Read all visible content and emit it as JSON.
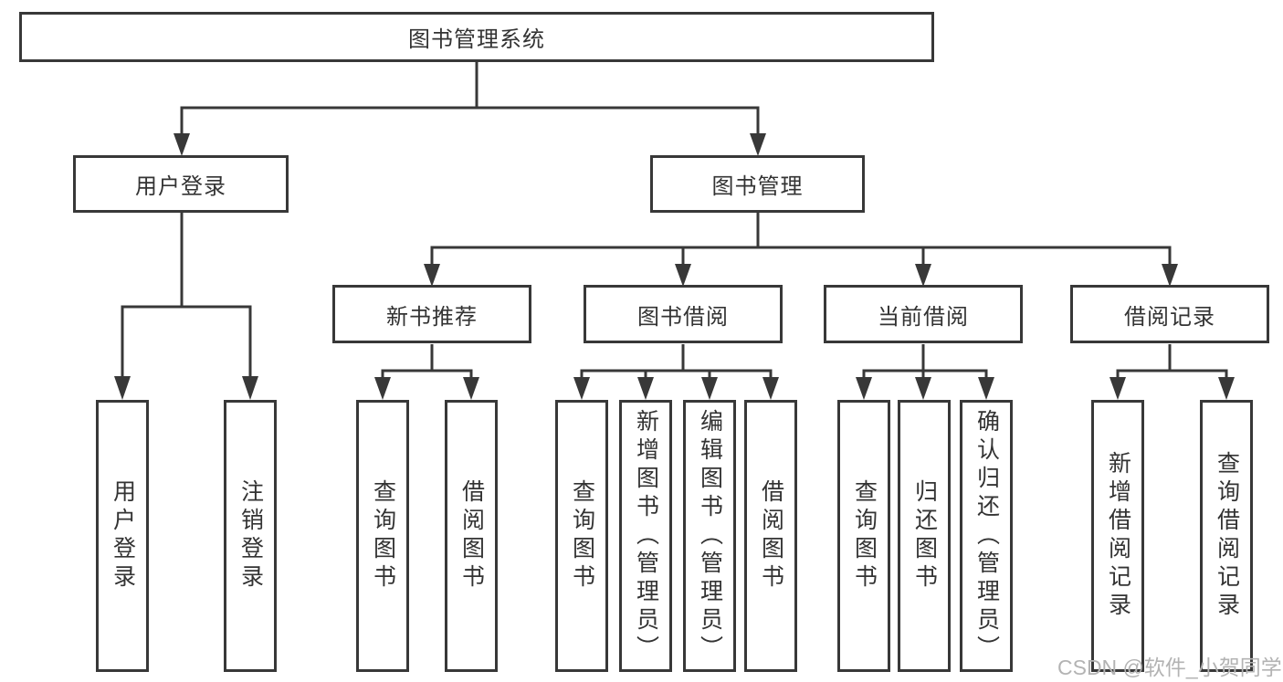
{
  "diagram": {
    "root": {
      "label": "图书管理系统"
    },
    "branches": [
      {
        "label": "用户登录",
        "children": [
          {
            "label": "用户登录"
          },
          {
            "label": "注销登录"
          }
        ]
      },
      {
        "label": "图书管理",
        "children": [
          {
            "label": "新书推荐",
            "children": [
              {
                "label": "查询图书"
              },
              {
                "label": "借阅图书"
              }
            ]
          },
          {
            "label": "图书借阅",
            "children": [
              {
                "label": "查询图书"
              },
              {
                "label": "新增图书（管理员）"
              },
              {
                "label": "编辑图书（管理员）"
              },
              {
                "label": "借阅图书"
              }
            ]
          },
          {
            "label": "当前借阅",
            "children": [
              {
                "label": "查询图书"
              },
              {
                "label": "归还图书"
              },
              {
                "label": "确认归还（管理员）"
              }
            ]
          },
          {
            "label": "借阅记录",
            "children": [
              {
                "label": "新增借阅记录"
              },
              {
                "label": "查询借阅记录"
              }
            ]
          }
        ]
      }
    ]
  },
  "watermark": {
    "text": "CSDN @软件_小贺同学"
  },
  "colors": {
    "line": "#383838",
    "text": "#333333",
    "watermark": "#b3b3b3",
    "background": "#ffffff"
  }
}
